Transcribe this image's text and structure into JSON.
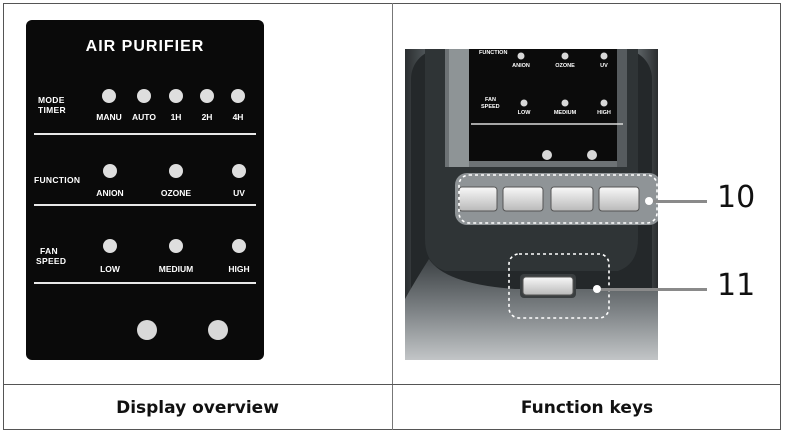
{
  "display": {
    "title": "AIR PURIFIER",
    "mode_label_1": "MODE",
    "mode_label_2": "TIMER",
    "mode_options": [
      "MANU",
      "AUTO",
      "1H",
      "2H",
      "4H"
    ],
    "function_label": "FUNCTION",
    "function_options": [
      "ANION",
      "OZONE",
      "UV"
    ],
    "fan_label_1": "FAN",
    "fan_label_2": "SPEED",
    "fan_options": [
      "LOW",
      "MEDIUM",
      "HIGH"
    ]
  },
  "photo": {
    "function_label": "FUNCTION",
    "function_options": [
      "ANION",
      "OZONE",
      "UV"
    ],
    "fan_label_1": "FAN",
    "fan_label_2": "SPEED",
    "fan_options": [
      "LOW",
      "MEDIUM",
      "HIGH"
    ],
    "callout_10": "10",
    "callout_11": "11"
  },
  "captions": {
    "left": "Display overview",
    "right": "Function keys"
  },
  "colors": {
    "panel_background": "#0a0a0a",
    "indicator_dot": "#dedede",
    "leader_line": "#8a8a8a"
  }
}
